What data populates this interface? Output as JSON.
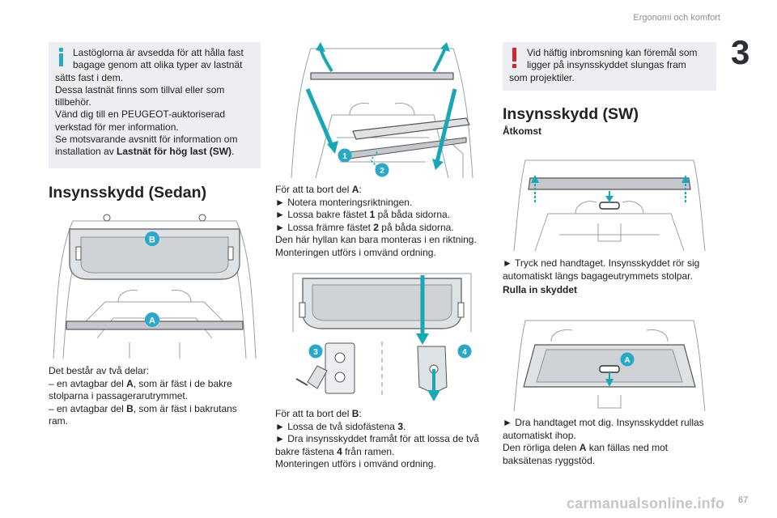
{
  "header": {
    "title": "Ergonomi och komfort",
    "chapter": "3",
    "page": "67"
  },
  "info_box": {
    "line1": "Lastöglorna är avsedda för att hålla fast",
    "line2": "bagage genom att olika typer av lastnät",
    "line3": "sätts fast i dem.",
    "line4": "Dessa lastnät finns som tillval eller som",
    "line5": "tillbehör.",
    "line6": "Vänd dig till en PEUGEOT-auktoriserad",
    "line7": "verkstad för mer information.",
    "line8": "Se motsvarande avsnitt för information om",
    "line9_pre": "installation av ",
    "line9_bold": "Lastnät för hög last (SW)",
    "line9_post": "."
  },
  "sedan": {
    "title": "Insynsskydd (Sedan)",
    "fig_labels": {
      "b": "B",
      "a": "A"
    },
    "desc_l1": "Det består av två delar:",
    "desc_l2_pre": "– en avtagbar del ",
    "desc_l2_bold": "A",
    "desc_l2_post": ", som är fäst i de bakre",
    "desc_l3": "stolparna i passagerarutrymmet.",
    "desc_l4_pre": "– en avtagbar del ",
    "desc_l4_bold": "B",
    "desc_l4_post": ", som är fäst i bakrutans",
    "desc_l5": "ram."
  },
  "remove_a": {
    "fig_labels": {
      "one": "1",
      "two": "2"
    },
    "l1_pre": "För att ta bort del ",
    "l1_bold": "A",
    "l1_post": ":",
    "l2": "► Notera monteringsriktningen.",
    "l3_pre": "► Lossa bakre fästet ",
    "l3_bold": "1",
    "l3_post": " på båda sidorna.",
    "l4_pre": "► Lossa främre fästet ",
    "l4_bold": "2",
    "l4_post": " på båda sidorna.",
    "l5": "Den här hyllan kan bara monteras i en riktning.",
    "l6": "Monteringen utförs i omvänd ordning."
  },
  "remove_b": {
    "fig_labels": {
      "three": "3",
      "four": "4"
    },
    "l1_pre": "För att ta bort del ",
    "l1_bold": "B",
    "l1_post": ":",
    "l2_pre": "► Lossa de två sidofästena ",
    "l2_bold": "3",
    "l2_post": ".",
    "l3": "► Dra insynsskyddet framåt för att lossa de två",
    "l4_pre": "bakre fästena ",
    "l4_bold": "4",
    "l4_post": " från ramen.",
    "l5": "Monteringen utförs i omvänd ordning."
  },
  "warn_box": {
    "line1": "Vid häftig inbromsning kan föremål som",
    "line2": "ligger på insynsskyddet slungas fram",
    "line3": "som projektiler."
  },
  "sw": {
    "title": "Insynsskydd (SW)",
    "access_title": "Åtkomst",
    "access_l1": "► Tryck ned handtaget. Insynsskyddet rör sig",
    "access_l2": "automatiskt längs bagageutrymmets stolpar.",
    "roll_title": "Rulla in skyddet",
    "fig_label": "A",
    "roll_l1": "► Dra handtaget mot dig. Insynsskyddet rullas",
    "roll_l2": "automatiskt ihop.",
    "roll_l3_pre": "Den rörliga delen ",
    "roll_l3_bold": "A",
    "roll_l3_post": " kan fällas ned mot",
    "roll_l4": "baksätenas ryggstöd."
  },
  "watermark": "carmanualsonline.info",
  "colors": {
    "accent": "#2aa8c8",
    "warning": "#d3262f",
    "box_bg": "#eceef1",
    "arrow": "#1aa7b5"
  }
}
